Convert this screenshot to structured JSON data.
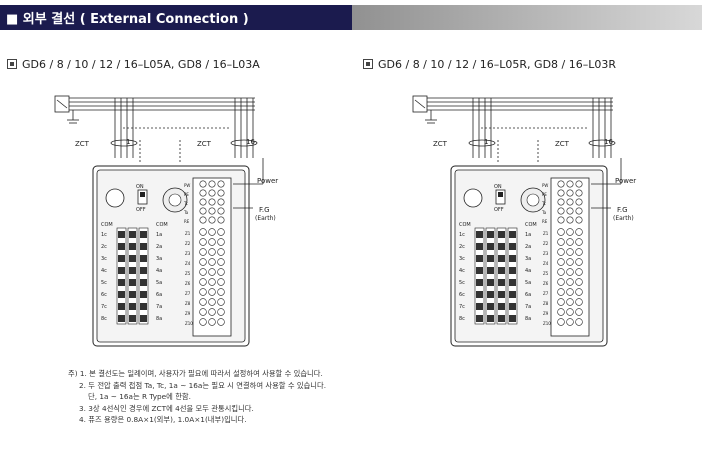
{
  "header": {
    "title": "■ 외부 결선 ( External Connection )",
    "colors": {
      "dark": "#1b1b4e",
      "gray": "#a8a8a8"
    }
  },
  "diagrams": [
    {
      "model": "GD6 / 8 / 10 / 12 / 16–L05A, GD8 / 16–L03A",
      "zct_left": "ZCT",
      "num_left": "1",
      "zct_right": "ZCT",
      "num_right": "16",
      "power": "Power",
      "fg": "F.G",
      "earth": "(Earth)",
      "on": "ON",
      "off": "OFF",
      "com": "COM",
      "left_terms": [
        "1c",
        "2c",
        "3c",
        "4c",
        "5c",
        "6c",
        "7c",
        "8c"
      ],
      "right_terms": [
        "1a",
        "2a",
        "3a",
        "4a",
        "5a",
        "6a",
        "7a",
        "8a"
      ],
      "tb_top": [
        "PW",
        "PE",
        "Tc",
        "Ta",
        "RE"
      ],
      "tb_z": [
        "Z1",
        "Z2",
        "Z3",
        "Z4",
        "Z5",
        "Z6",
        "Z7",
        "Z8",
        "Z9",
        "Z10"
      ]
    },
    {
      "model": "GD6 / 8 / 10 / 12 / 16–L05R, GD8 / 16–L03R",
      "zct_left": "ZCT",
      "num_left": "1",
      "zct_right": "ZCT",
      "num_right": "16",
      "power": "Power",
      "fg": "F.G",
      "earth": "(Earth)",
      "on": "ON",
      "off": "OFF",
      "com": "COM",
      "left_terms": [
        "1c",
        "2c",
        "3c",
        "4c",
        "5c",
        "6c",
        "7c",
        "8c"
      ],
      "right_terms": [
        "1a",
        "2a",
        "3a",
        "4a",
        "5a",
        "6a",
        "7a",
        "8a"
      ],
      "tb_top": [
        "PW",
        "PE",
        "Tc",
        "Ta",
        "RE"
      ],
      "tb_z": [
        "Z1",
        "Z2",
        "Z3",
        "Z4",
        "Z5",
        "Z6",
        "Z7",
        "Z8",
        "Z9",
        "Z10"
      ]
    }
  ],
  "notes": [
    "주) 1. 본 결선도는 일례이며, 사용자가 필요에 따라서 설정하여 사용할 수 있습니다.",
    "2. 두 전압 출력 접점 Ta, Tc, 1a ~ 16a는 필요 시 연결하여 사용할 수 있습니다.",
    "단, 1a ~ 16a는 R Type에 한함.",
    "3. 3상 4선식인 경우에 ZCT에 4선을 모두 관통시킵니다.",
    "4. 퓨즈 용량은 0.8A×1(외부), 1.0A×1(내부)입니다."
  ]
}
